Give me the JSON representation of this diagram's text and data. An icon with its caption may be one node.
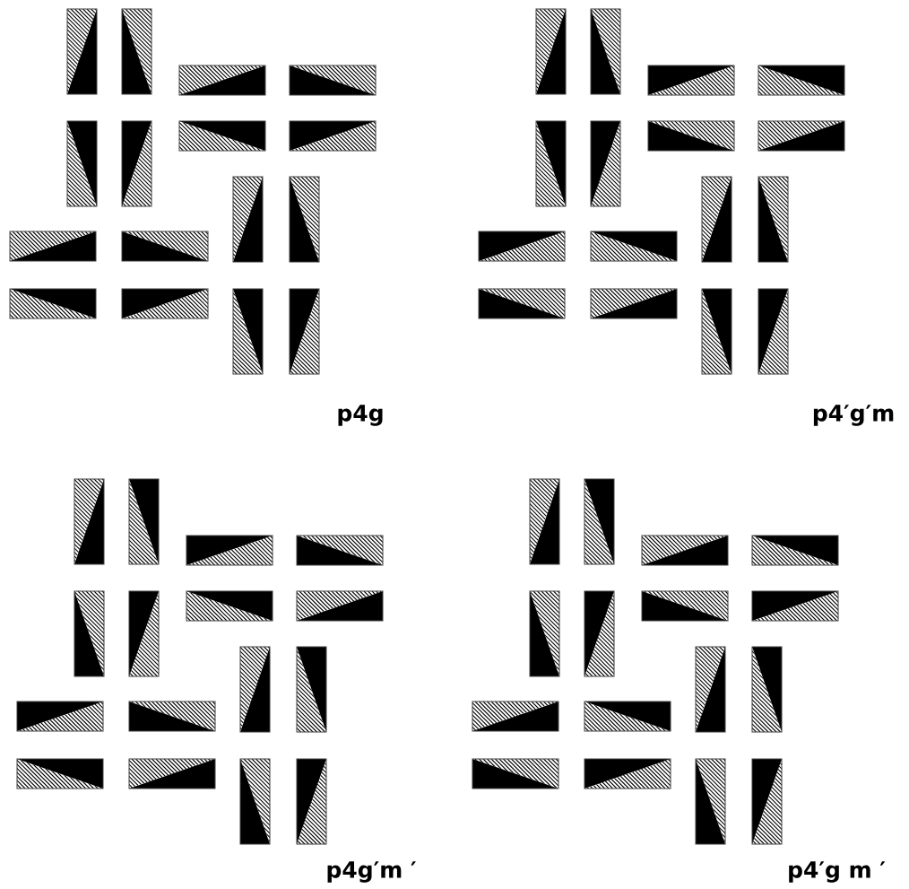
{
  "diagram": {
    "labels": [
      "p4g",
      "p4′g′m",
      "p4g′m ′",
      "p4′g m ′"
    ]
  }
}
